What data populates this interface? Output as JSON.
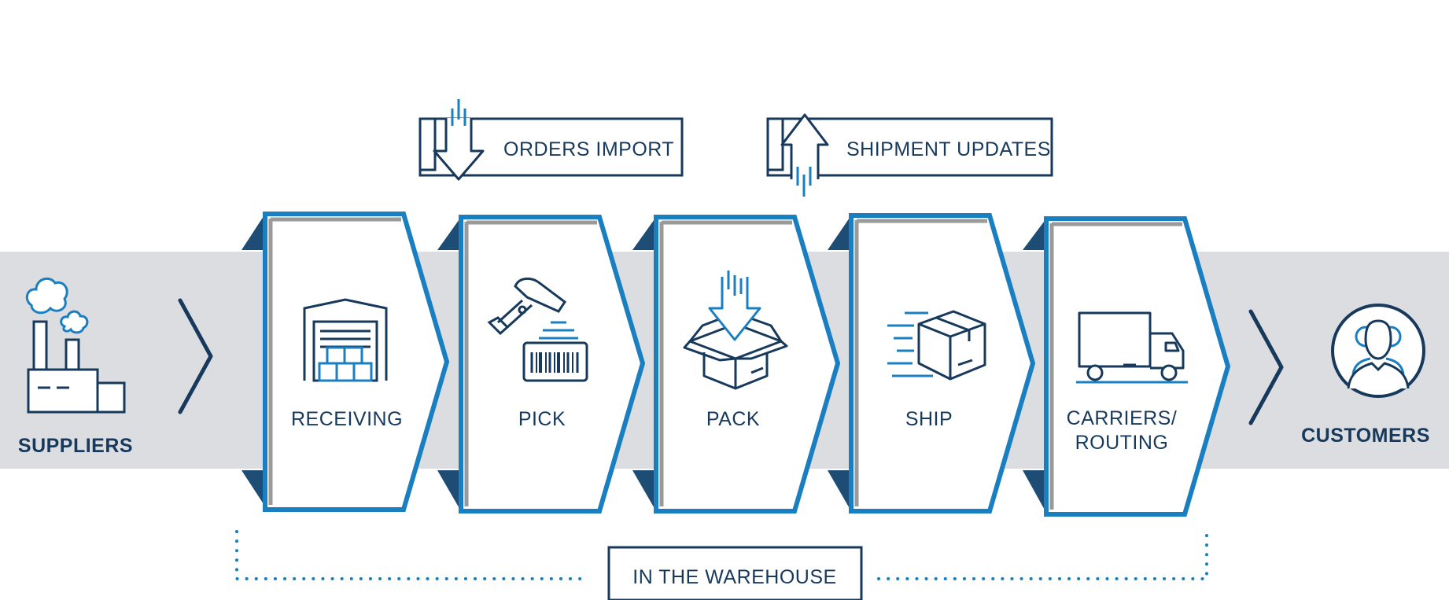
{
  "colors": {
    "navy": "#17395c",
    "blue": "#1a7fc1",
    "band": "#dcdde0",
    "gray_edge": "#9a9a9a"
  },
  "flow": {
    "start": {
      "label": "SUPPLIERS",
      "icon": "factory-icon"
    },
    "end": {
      "label": "CUSTOMERS",
      "icon": "people-icon"
    },
    "steps": [
      {
        "label": "RECEIVING",
        "icon": "warehouse-icon"
      },
      {
        "label": "PICK",
        "icon": "barcode-scanner-icon"
      },
      {
        "label": "PACK",
        "icon": "box-open-icon"
      },
      {
        "label": "SHIP",
        "icon": "box-moving-icon"
      },
      {
        "label_line1": "CARRIERS/",
        "label_line2": "ROUTING",
        "icon": "truck-icon"
      }
    ]
  },
  "callouts": {
    "orders_import": "ORDERS IMPORT",
    "shipment_updates": "SHIPMENT UPDATES"
  },
  "footer": {
    "label": "IN THE WAREHOUSE"
  }
}
